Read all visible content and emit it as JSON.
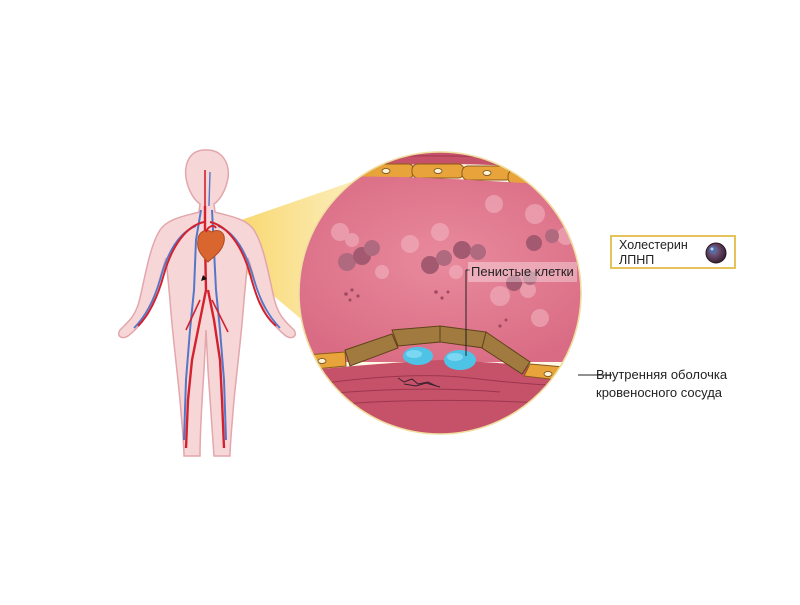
{
  "labels": {
    "foam_cells": "Пенистые клетки",
    "intima_line1": "Внутренняя оболочка",
    "intima_line2": "кровеносного сосуда"
  },
  "legend": {
    "line1": "Холестерин",
    "line2": "ЛПНП"
  },
  "colors": {
    "body_fill": "#f7d6d8",
    "body_outline": "#e2a6ab",
    "artery": "#d3222e",
    "vein": "#5577c8",
    "magnify_cone": "#f7d96a",
    "lumen": "#e07a8e",
    "endothelium": "#e8a43a",
    "foam_cell": "#4fc3e6",
    "legend_border": "#e6c35a"
  },
  "icons": [
    "human-body-figure",
    "heart-icon",
    "ldl-particle-icon"
  ]
}
